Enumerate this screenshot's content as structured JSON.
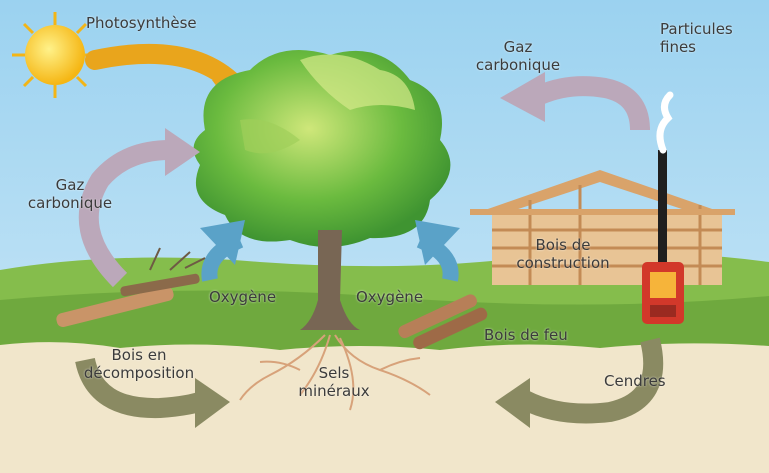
{
  "labels": {
    "photosynthesis": "Photosynthèse",
    "co2_right_line1": "Gaz",
    "co2_right_line2": "carbonique",
    "fine_particles_line1": "Particules",
    "fine_particles_line2": "fines",
    "co2_left_line1": "Gaz",
    "co2_left_line2": "carbonique",
    "oxygen_left": "Oxygène",
    "oxygen_right": "Oxygène",
    "construction_wood_line1": "Bois de",
    "construction_wood_line2": "construction",
    "firewood": "Bois de feu",
    "decomposing_wood_line1": "Bois en",
    "decomposing_wood_line2": "décomposition",
    "mineral_salts_line1": "Sels",
    "mineral_salts_line2": "minéraux",
    "ashes": "Cendres"
  },
  "colors": {
    "sky": "#8ec9ec",
    "grass": "#7fb84a",
    "soil": "#efe4c8",
    "sun": "#f7c61b",
    "sun_arrow": "#e8a21a",
    "co2_arrow": "#b9a6b8",
    "oxygen_arrow": "#5aa2c8",
    "soil_arrow": "#8a8a62",
    "tree_foliage": "#5fb23c",
    "trunk": "#7a6a58",
    "wood_frame": "#d9a36a",
    "stove": "#d2382a"
  }
}
